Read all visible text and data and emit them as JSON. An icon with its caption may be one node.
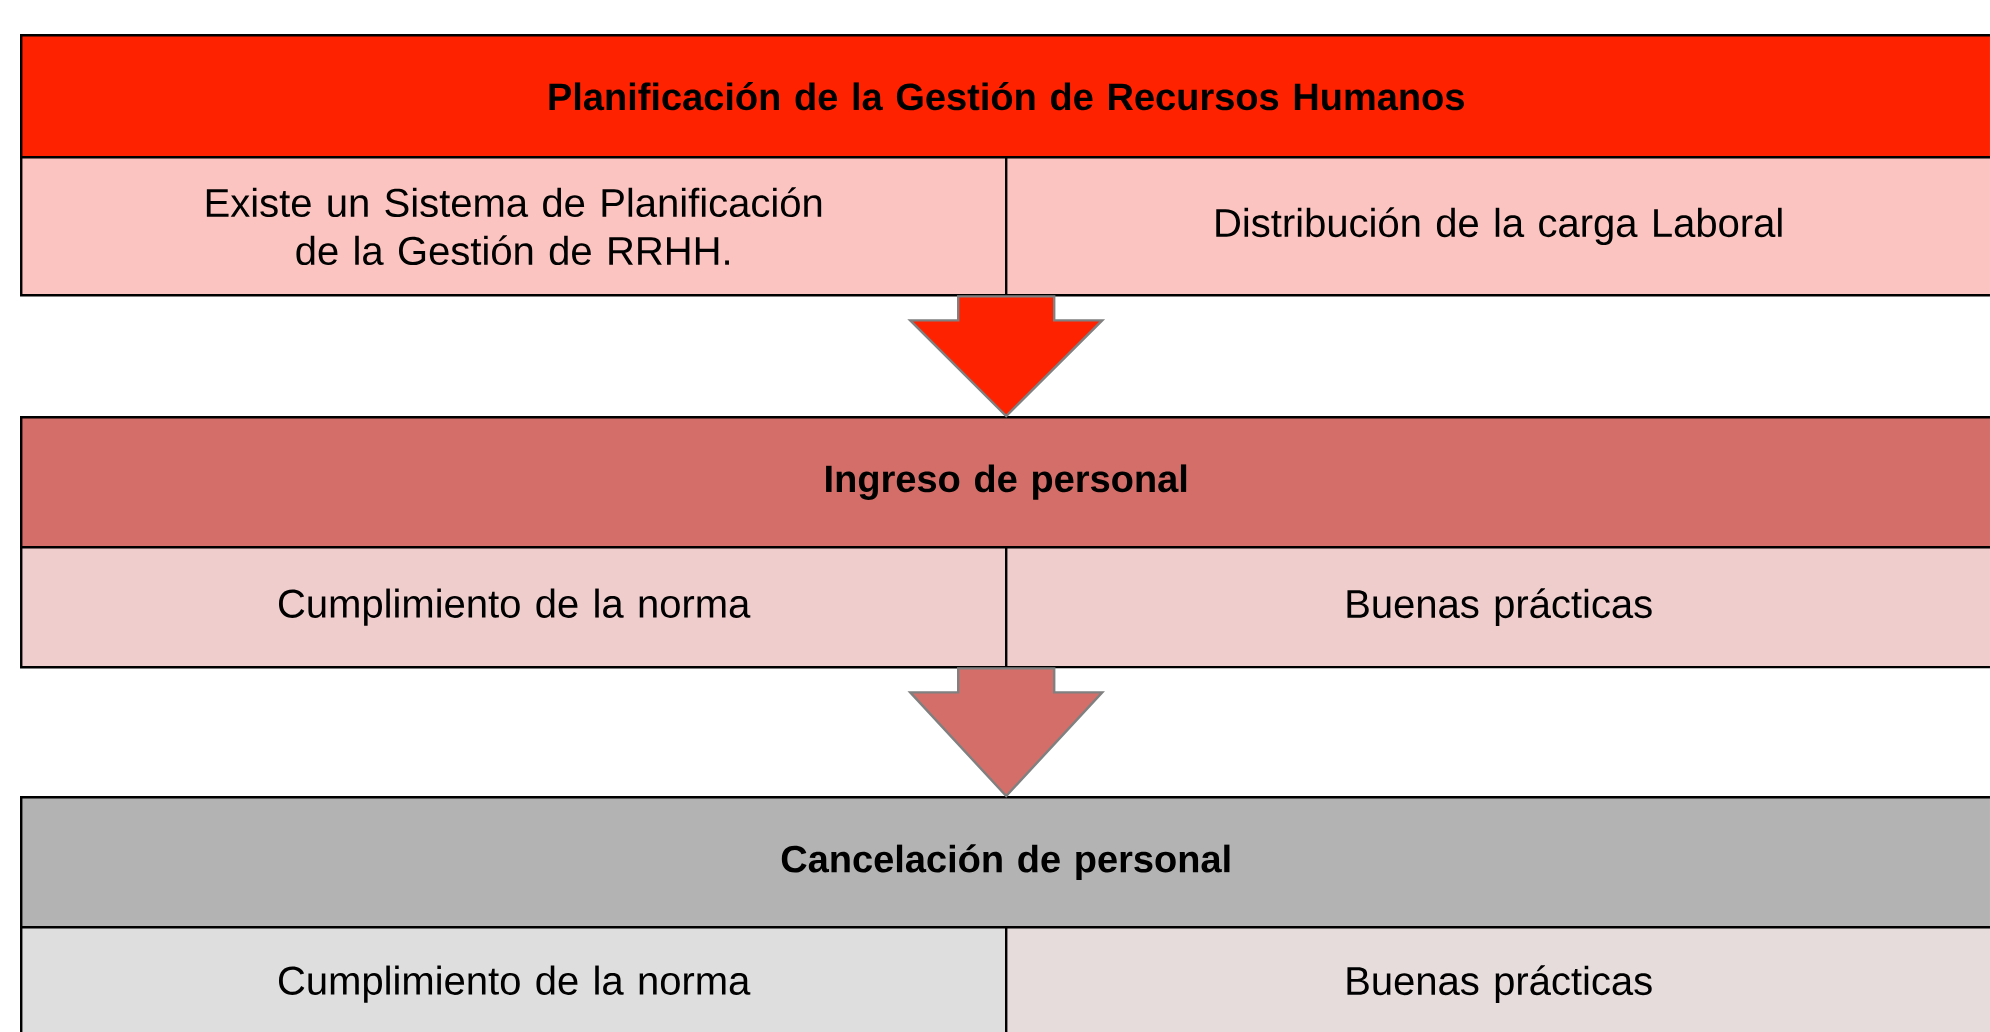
{
  "diagram": {
    "nodes": [
      {
        "text": [
          "Planificación de la Gestión de Recursos Humanos"
        ]
      },
      {
        "text": [
          "Existe un Sistema de Planificación de la Gestión de RRHH."
        ]
      },
      {
        "text": [
          "Distribución de la carga Laboral"
        ]
      },
      {
        "text": [
          "Ingreso de personal"
        ]
      },
      {
        "text": [
          "Cumplimiento de la norma"
        ]
      },
      {
        "text": [
          "Buenas prácticas"
        ]
      },
      {
        "text": [
          "Cancelación de personal"
        ]
      },
      {
        "text": [
          "Cumplimiento de la norma"
        ]
      },
      {
        "text": [
          "Buenas prácticas"
        ]
      }
    ],
    "edges": [
      {
        "from": 1,
        "to": 3,
        "arrow": "to"
      },
      {
        "from": 2,
        "to": 3,
        "arrow": "to"
      },
      {
        "from": 4,
        "to": 6,
        "arrow": "to"
      },
      {
        "from": 5,
        "to": 6,
        "arrow": "to"
      }
    ]
  }
}
